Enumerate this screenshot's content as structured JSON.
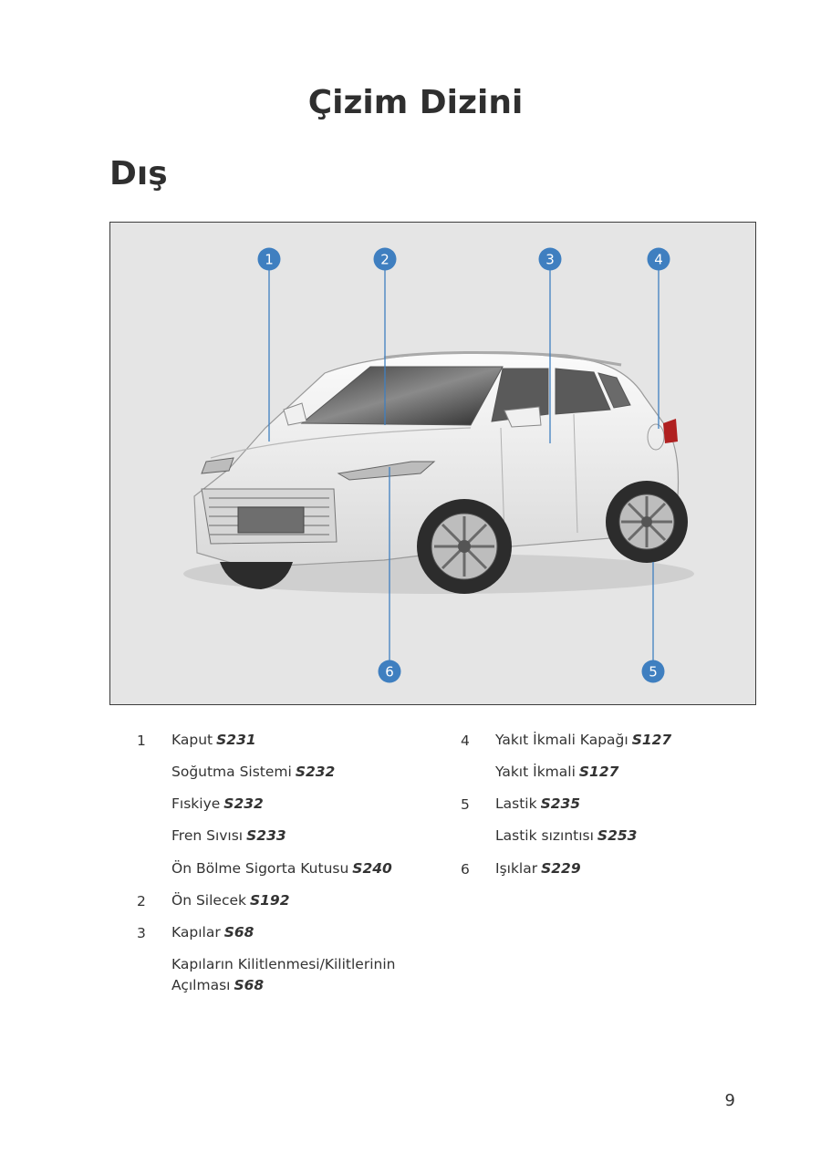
{
  "page": {
    "title": "Çizim Dizini",
    "section": "Dış",
    "page_number": "9"
  },
  "figure": {
    "callouts": [
      "1",
      "2",
      "3",
      "4",
      "5",
      "6"
    ],
    "colors": {
      "callout": "#3f7fc0",
      "background": "#e5e5e5"
    }
  },
  "legend": {
    "left": [
      {
        "num": "1",
        "label": "Kaput",
        "ref": "S231"
      },
      {
        "num": "",
        "label": "Soğutma Sistemi",
        "ref": "S232"
      },
      {
        "num": "",
        "label": "Fıskiye",
        "ref": "S232"
      },
      {
        "num": "",
        "label": "Fren Sıvısı",
        "ref": "S233"
      },
      {
        "num": "",
        "label": "Ön Bölme Sigorta Kutusu",
        "ref": "S240"
      },
      {
        "num": "2",
        "label": "Ön Silecek",
        "ref": "S192"
      },
      {
        "num": "3",
        "label": "Kapılar",
        "ref": "S68"
      },
      {
        "num": "",
        "label": "Kapıların Kilitlenmesi/Kilitlerinin",
        "label2": "Açılması",
        "ref": "S68"
      }
    ],
    "right": [
      {
        "num": "4",
        "label": "Yakıt İkmali Kapağı",
        "ref": "S127"
      },
      {
        "num": "",
        "label": "Yakıt İkmali",
        "ref": "S127"
      },
      {
        "num": "5",
        "label": "Lastik",
        "ref": "S235"
      },
      {
        "num": "",
        "label": "Lastik sızıntısı",
        "ref": "S253"
      },
      {
        "num": "6",
        "label": "Işıklar",
        "ref": "S229"
      }
    ]
  }
}
